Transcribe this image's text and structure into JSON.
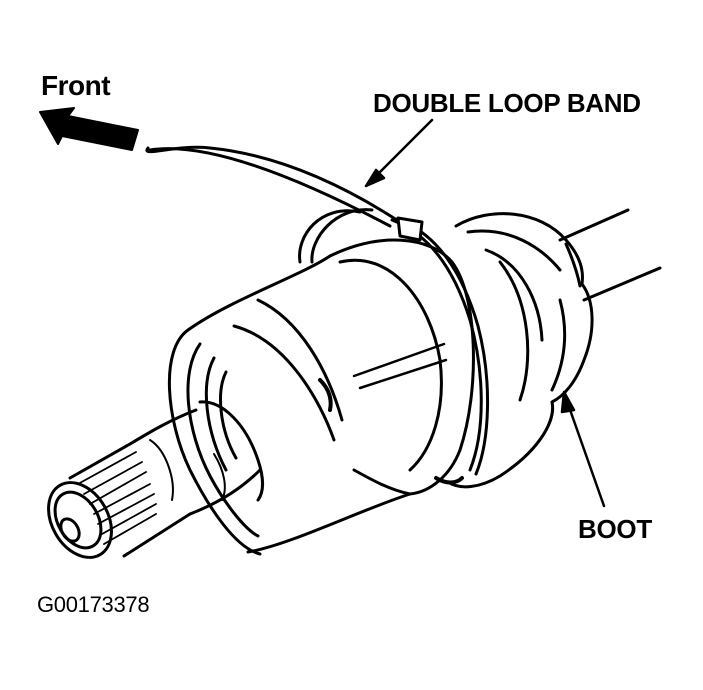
{
  "labels": {
    "front": "Front",
    "double_loop_band": "DOUBLE LOOP BAND",
    "boot": "BOOT"
  },
  "figure_id": "G00173378",
  "colors": {
    "ink": "#000000",
    "paper": "#ffffff"
  }
}
